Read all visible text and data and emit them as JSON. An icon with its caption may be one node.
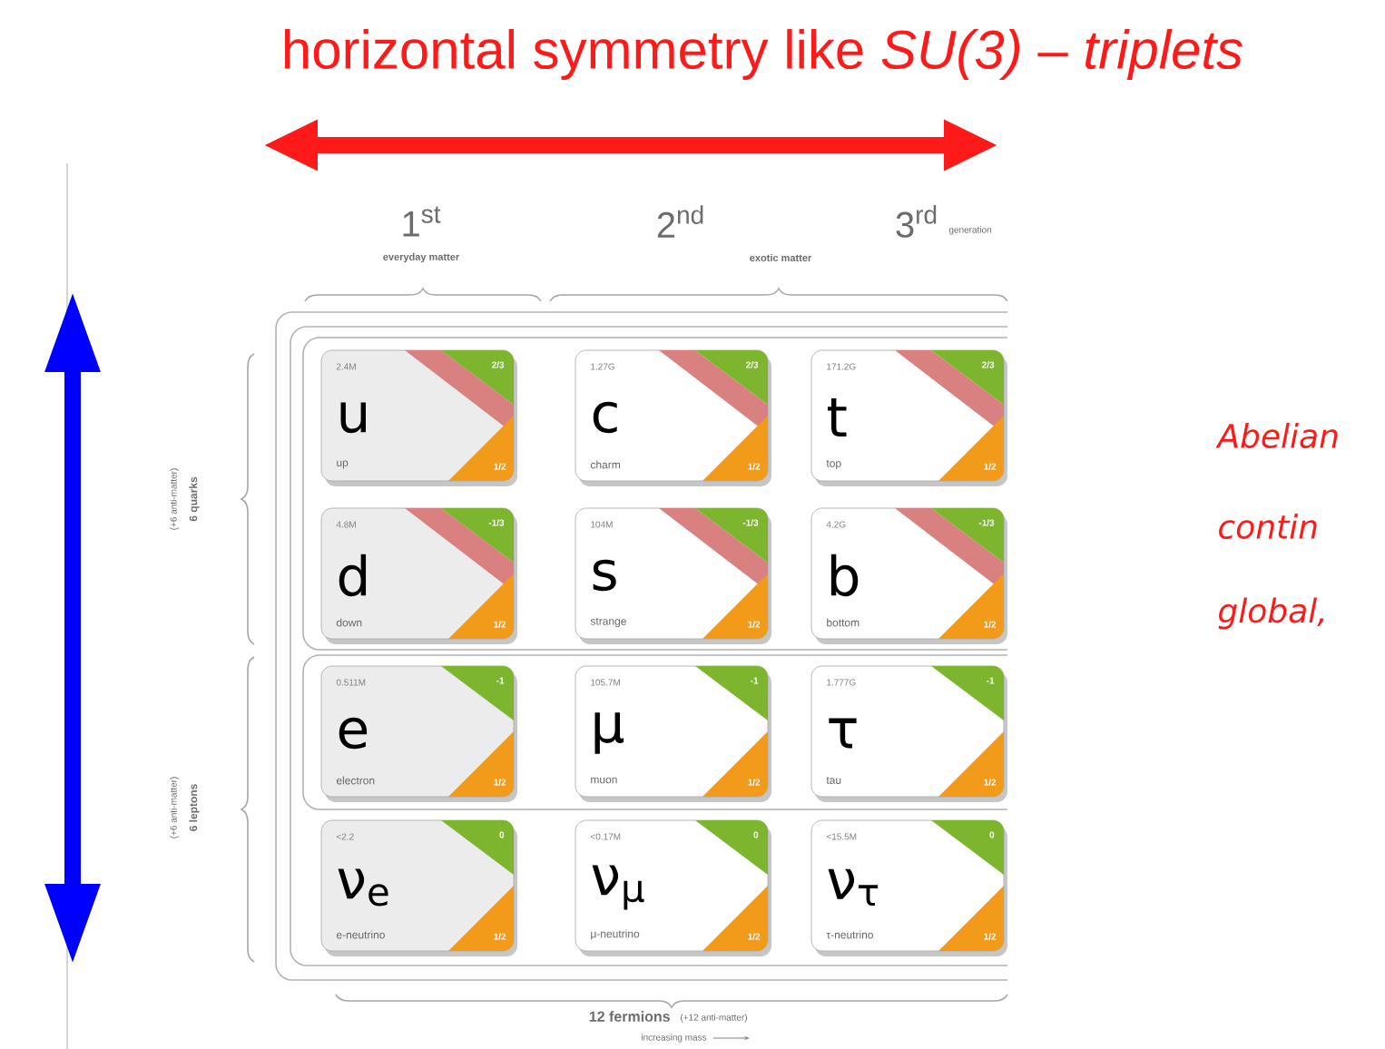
{
  "diagram": {
    "title": "horizontal symmetry like *SU(3)* – *triplets*",
    "nodes": [
      {
        "text": [
          "2.4M",
          "u",
          "up",
          "2/3",
          "1/2"
        ]
      },
      {
        "text": [
          "1.27G",
          "c",
          "charm",
          "2/3",
          "1/2"
        ]
      },
      {
        "text": [
          "171.2G",
          "t",
          "top",
          "2/3",
          "1/2"
        ]
      },
      {
        "text": [
          "4.8M",
          "d",
          "down",
          "-1/3",
          "1/2"
        ]
      },
      {
        "text": [
          "104M",
          "s",
          "strange",
          "-1/3",
          "1/2"
        ]
      },
      {
        "text": [
          "4.2G",
          "b",
          "bottom",
          "-1/3",
          "1/2"
        ]
      },
      {
        "text": [
          "0.511M",
          "e",
          "electron",
          "-1",
          "1/2"
        ]
      },
      {
        "text": [
          "105.7M",
          "μ",
          "muon",
          "-1",
          "1/2"
        ]
      },
      {
        "text": [
          "1.777G",
          "τ",
          "tau",
          "-1",
          "1/2"
        ]
      },
      {
        "text": [
          "<2.2",
          "ν$_{e}$",
          "e-neutrino",
          "0",
          "1/2"
        ]
      },
      {
        "text": [
          "<0.17M",
          "ν$_{μ}$",
          "μ-neutrino",
          "0",
          "1/2"
        ]
      },
      {
        "text": [
          "<15.5M",
          "ν$_{τ}$",
          "τ-neutrino",
          "0",
          "1/2"
        ]
      }
    ],
    "labels": [
      "1$^{st}$",
      "everyday matter",
      "2$^{nd}$",
      "exotic matter",
      "3$^{rd}$",
      "generation",
      "6 quarks",
      "(+6 anti-matter)",
      "6 leptons",
      "(+6 anti-matter)",
      "12 fermions",
      "(+12 anti-matter)",
      "increasing mass",
      "Abelian",
      "contin",
      "global,"
    ]
  }
}
